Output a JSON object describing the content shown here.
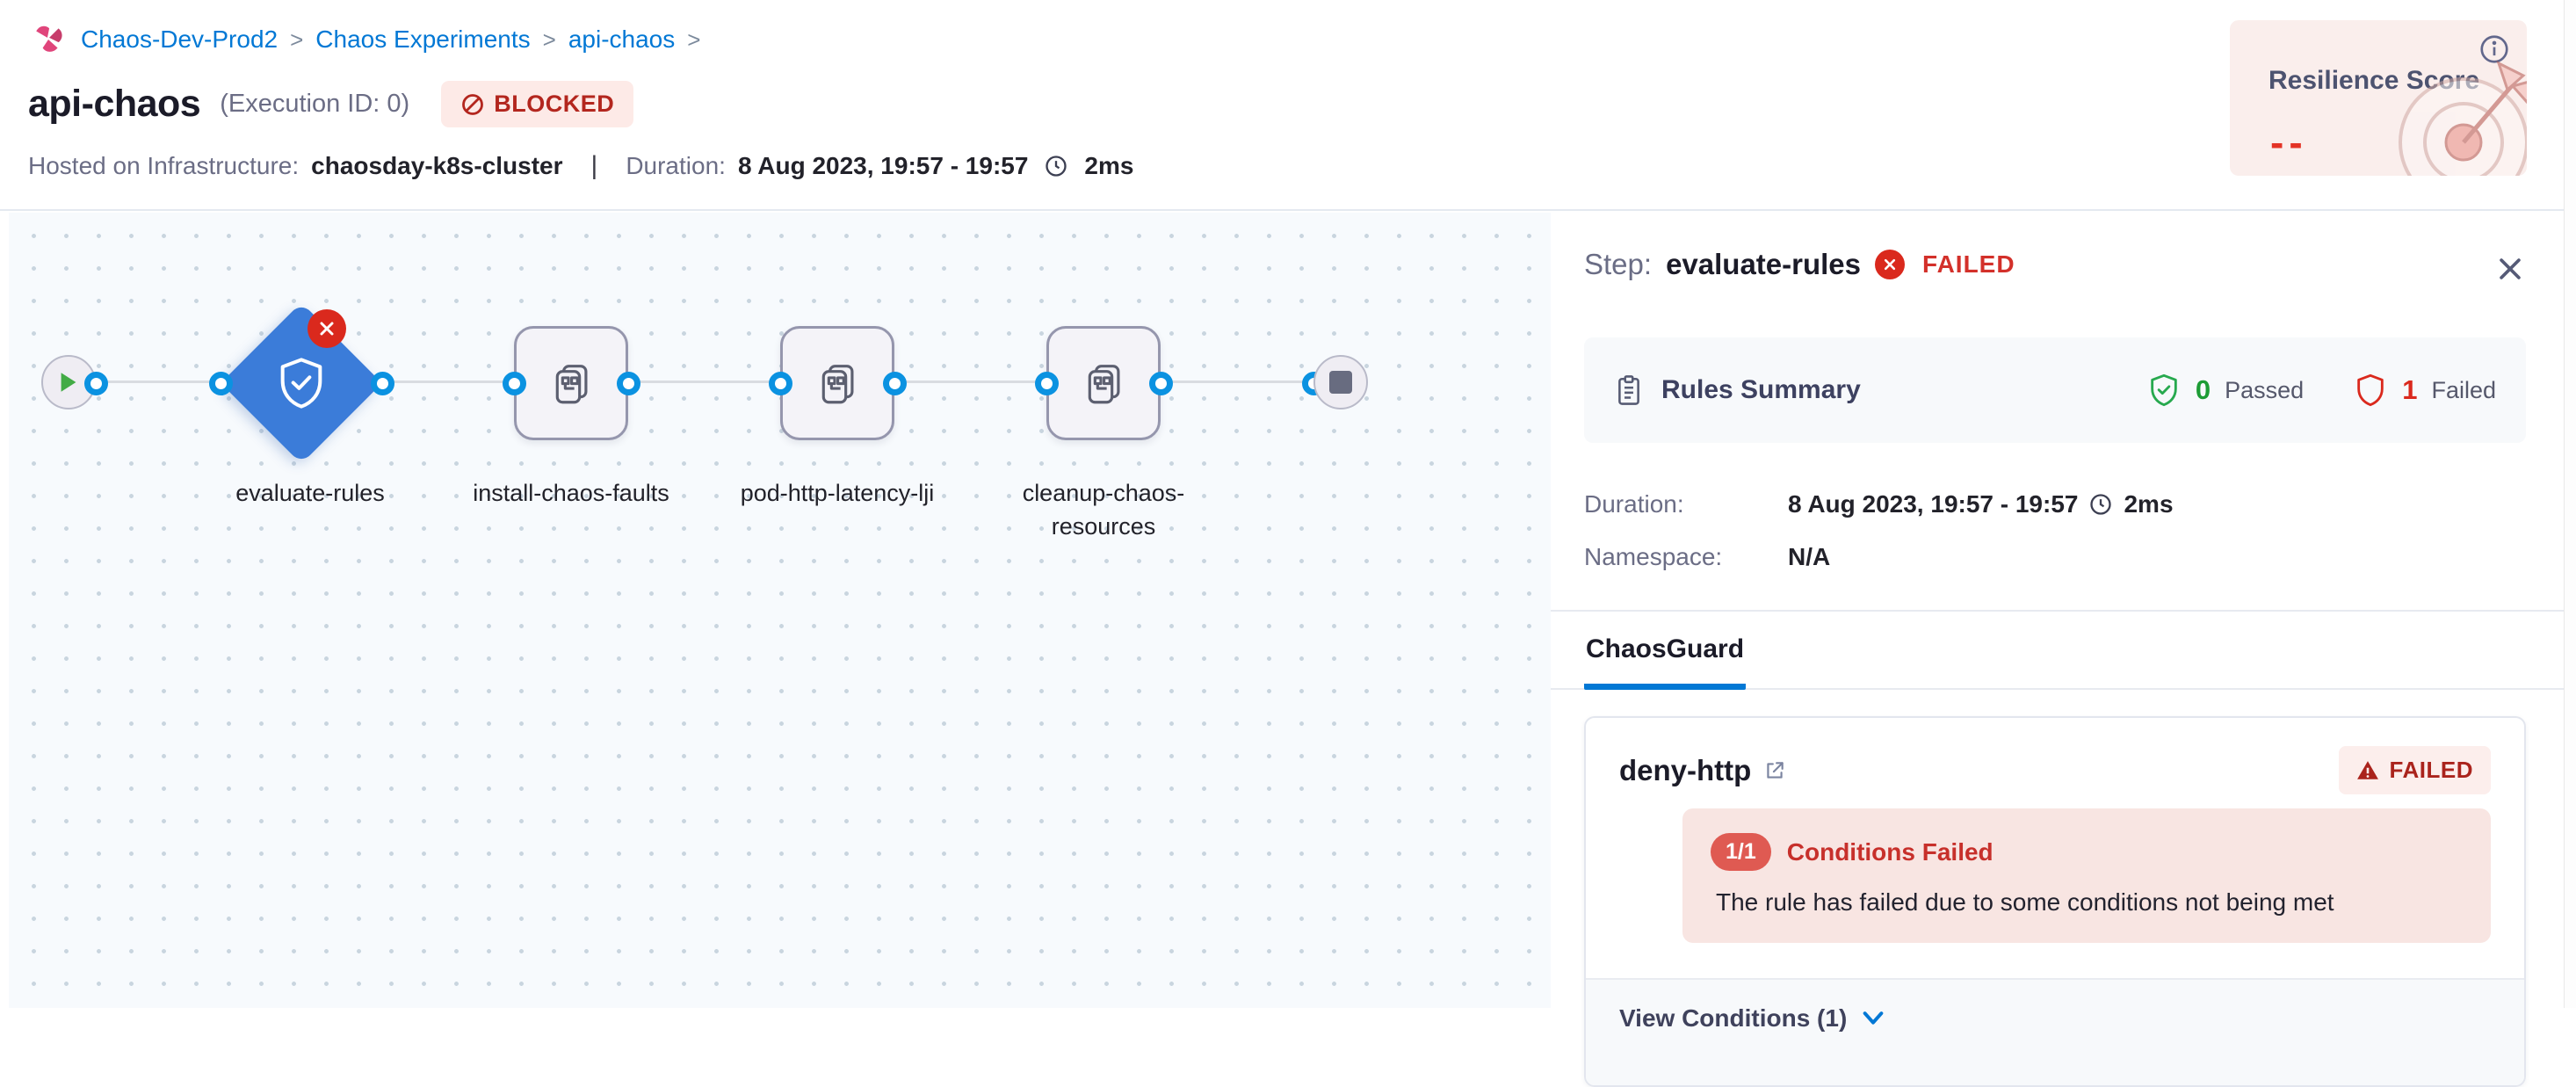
{
  "colors": {
    "link_blue": "#0278d5",
    "accent_blue": "#3b7cd9",
    "connector_blue": "#0b92e1",
    "status_red": "#da291d",
    "failed_text_red": "#b3261e",
    "status_green": "#1d9c35",
    "pink_badge_bg": "#fdeae7",
    "alert_bg": "#f8e5e2",
    "resilience_bg": "#faeeec",
    "canvas_bg": "#f7fafd",
    "panel_gray_card": "#f7f9fb"
  },
  "icons": {
    "chaos_logo": "pink pinwheel",
    "blocked": "no-entry circle-slash",
    "clock": "clock face",
    "info": "circled i",
    "target_art": "bullseye with dart",
    "start_node": "green play triangle",
    "end_node": "gray stop square",
    "chaosguard_node": "shield with check",
    "step_node": "chaos fault document",
    "failed_status": "red circle with x",
    "rules_summary": "clipboard",
    "passed_shield": "green shield check",
    "failed_shield": "red shield",
    "external_link": "box with arrow",
    "warning": "red triangle exclamation",
    "chevron_down": "blue chevron",
    "close": "x mark"
  },
  "breadcrumb": {
    "items": [
      "Chaos-Dev-Prod2",
      "Chaos Experiments",
      "api-chaos"
    ],
    "separator": ">"
  },
  "header": {
    "title": "api-chaos",
    "execution_id": "(Execution ID: 0)",
    "status_badge": "BLOCKED",
    "infra_label": "Hosted on Infrastructure:",
    "infra_value": "chaosday-k8s-cluster",
    "duration_label": "Duration:",
    "duration_value": "8 Aug 2023, 19:57 - 19:57",
    "duration_elapsed": "2ms"
  },
  "resilience_card": {
    "title": "Resilience Score",
    "score": "--"
  },
  "pipeline": {
    "nodes": [
      {
        "id": "start",
        "type": "start",
        "label": ""
      },
      {
        "id": "evaluate-rules",
        "type": "chaosguard",
        "label": "evaluate-rules"
      },
      {
        "id": "install-chaos-faults",
        "type": "step",
        "label": "install-chaos-faults"
      },
      {
        "id": "pod-http-latency-lji",
        "type": "step",
        "label": "pod-http-latency-lji"
      },
      {
        "id": "cleanup-chaos-resources",
        "type": "step",
        "label": "cleanup-chaos-resources"
      },
      {
        "id": "end",
        "type": "end",
        "label": ""
      }
    ]
  },
  "panel": {
    "step_label": "Step:",
    "step_name": "evaluate-rules",
    "status": "FAILED",
    "rules_summary": {
      "title": "Rules Summary",
      "passed_count": "0",
      "passed_label": "Passed",
      "failed_count": "1",
      "failed_label": "Failed"
    },
    "details": {
      "duration_label": "Duration:",
      "duration_value": "8 Aug 2023, 19:57 - 19:57",
      "duration_elapsed": "2ms",
      "namespace_label": "Namespace:",
      "namespace_value": "N/A"
    },
    "tabs": {
      "active": "ChaosGuard"
    },
    "rule_card": {
      "name": "deny-http",
      "status_badge": "FAILED",
      "conditions_ratio": "1/1",
      "conditions_title": "Conditions Failed",
      "conditions_message": "The rule has failed due to some conditions not being met",
      "footer_link": "View Conditions (1)"
    }
  }
}
